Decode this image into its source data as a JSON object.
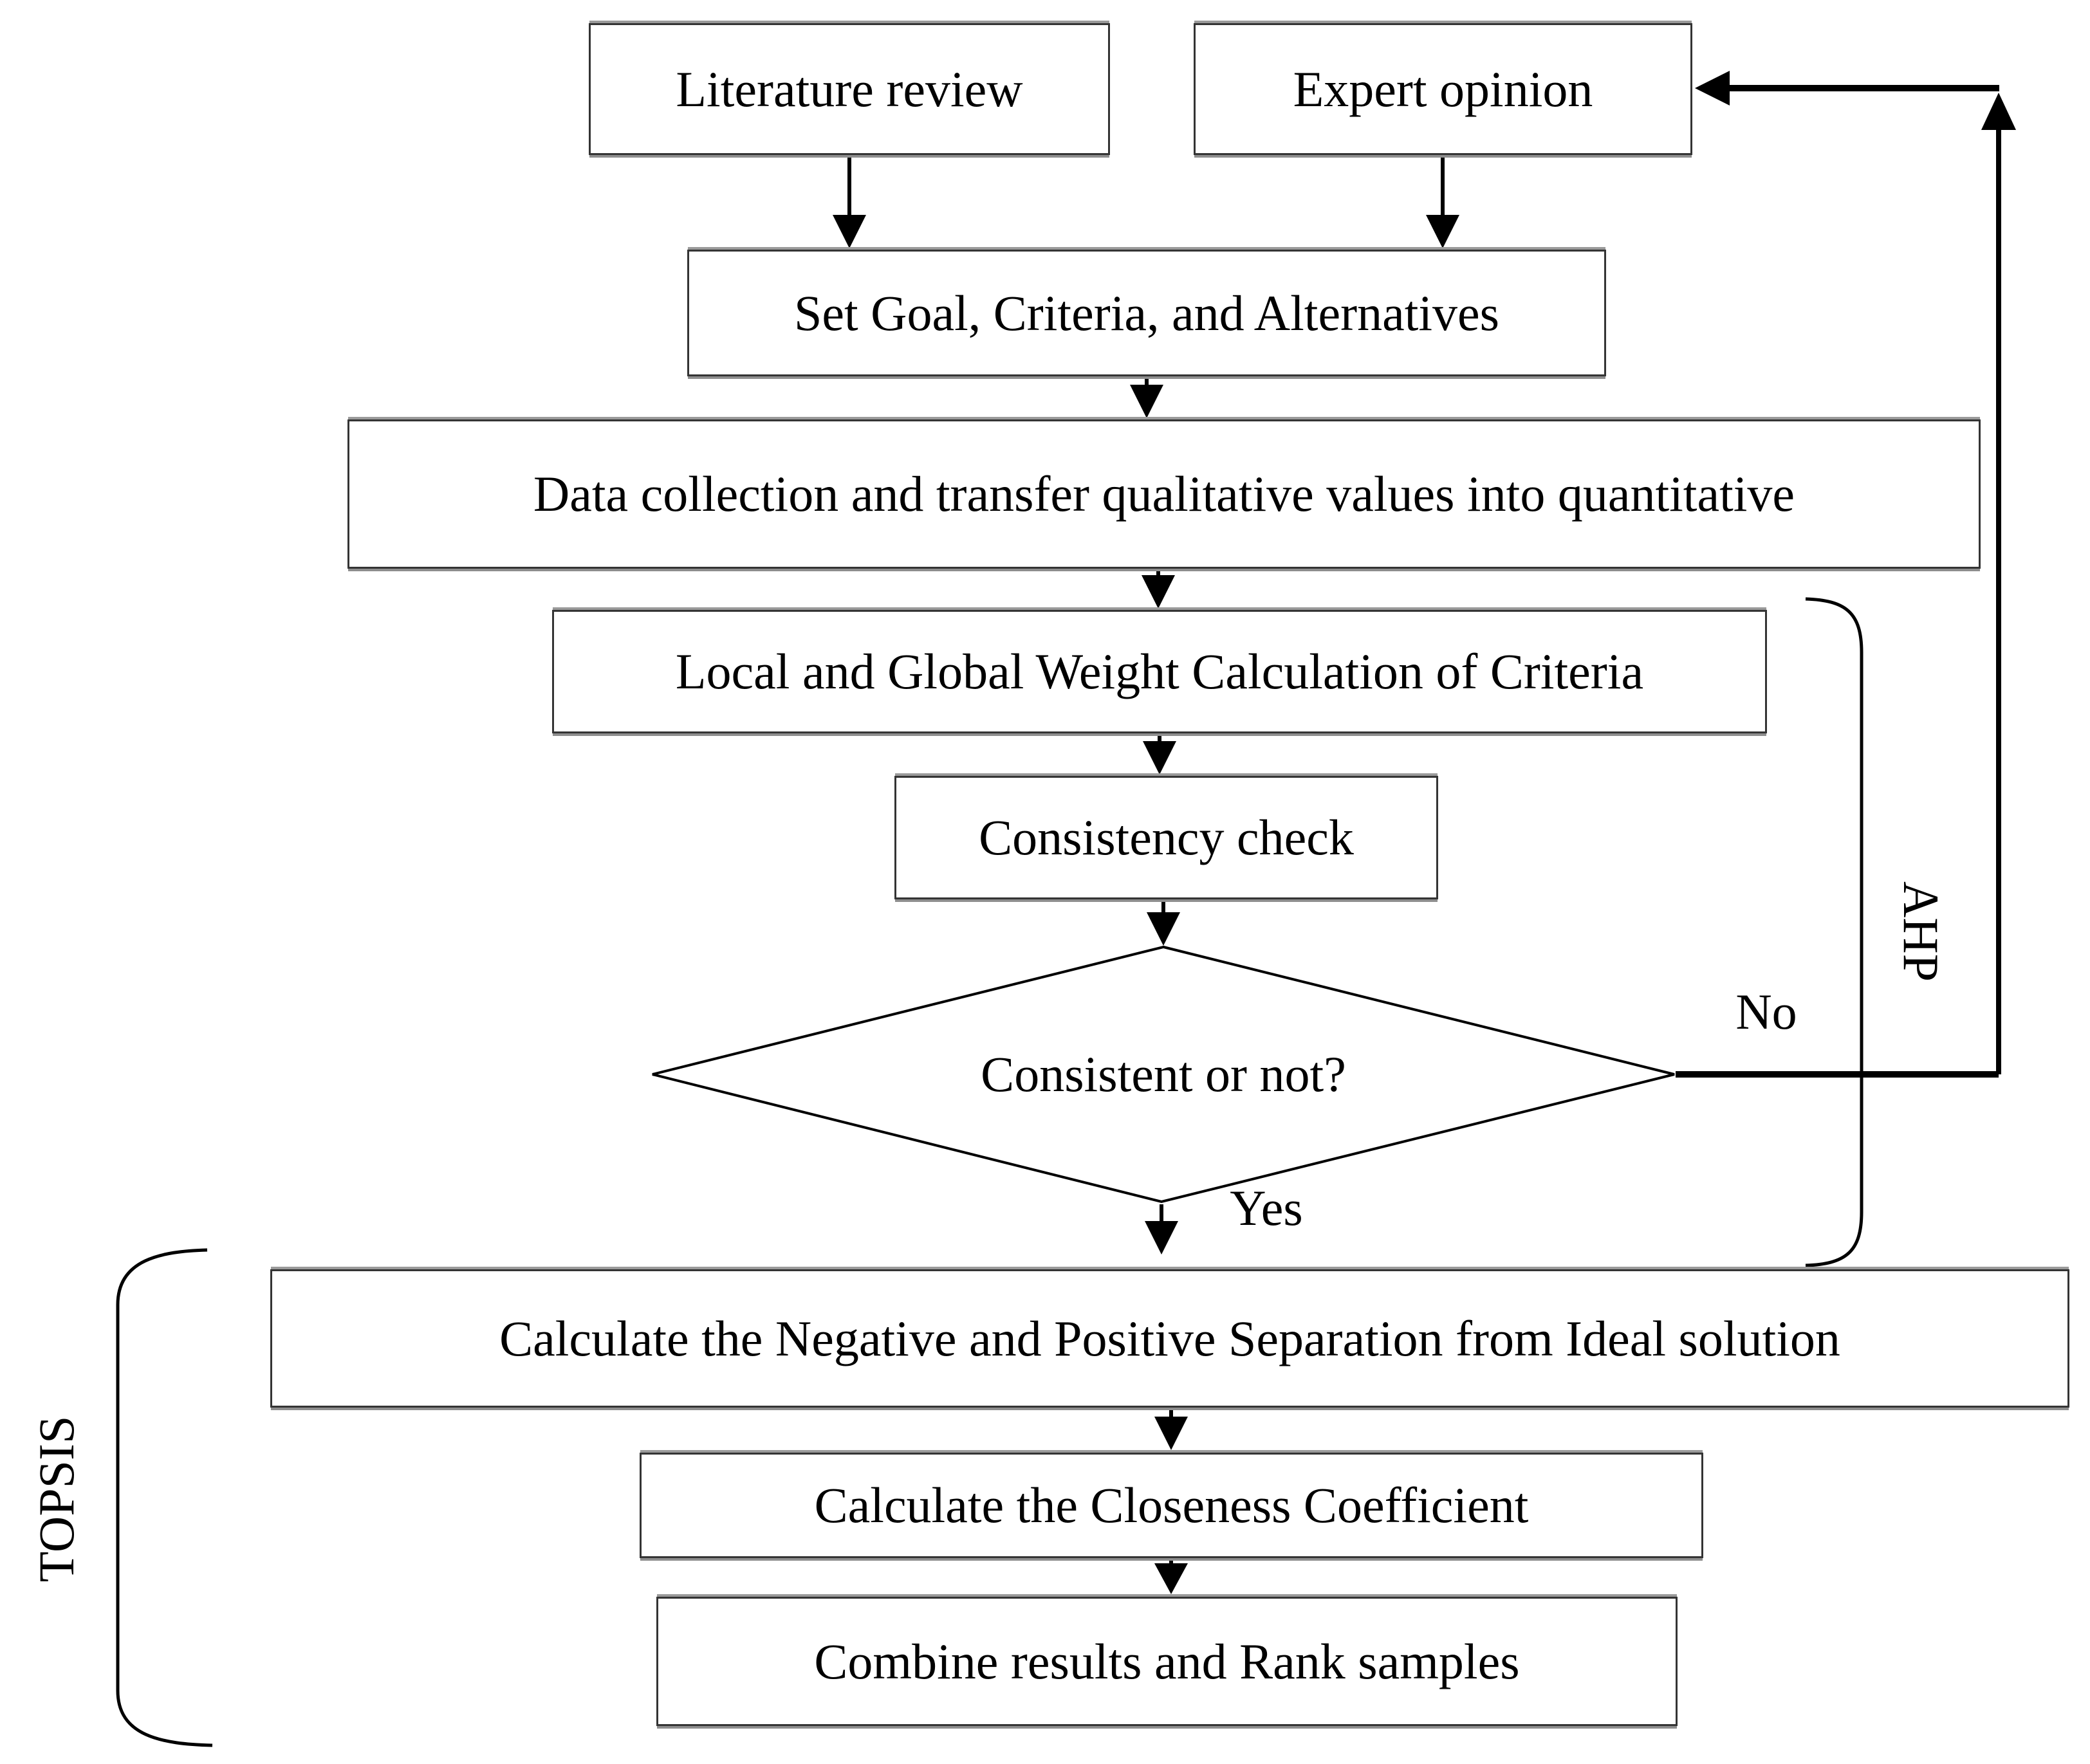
{
  "flowchart": {
    "nodes": {
      "literature_review": {
        "label": "Literature review",
        "shape": "rect"
      },
      "expert_opinion": {
        "label": "Expert opinion",
        "shape": "rect"
      },
      "set_goal": {
        "label": "Set Goal, Criteria, and Alternatives",
        "shape": "rect"
      },
      "data_collection": {
        "label": "Data collection and transfer qualitative values into quantitative",
        "shape": "rect"
      },
      "weight_calculation": {
        "label": "Local and Global Weight Calculation of Criteria",
        "shape": "rect"
      },
      "consistency_check": {
        "label": "Consistency check",
        "shape": "rect"
      },
      "decision": {
        "label": "Consistent or not?",
        "shape": "diamond"
      },
      "separation": {
        "label": "Calculate the Negative and Positive Separation from Ideal solution",
        "shape": "rect"
      },
      "closeness": {
        "label": "Calculate the Closeness Coefficient",
        "shape": "rect"
      },
      "combine": {
        "label": "Combine results and Rank samples",
        "shape": "rect"
      }
    },
    "edge_labels": {
      "no": "No",
      "yes": "Yes"
    },
    "group_labels": {
      "ahp": "AHP",
      "topsis": "TOPSIS"
    },
    "colors": {
      "background": "#ffffff",
      "box_fill": "#ffffff",
      "box_border": "#343434",
      "line": "#000000",
      "text": "#000000",
      "shadow_gray": "#8e8e8e"
    }
  }
}
